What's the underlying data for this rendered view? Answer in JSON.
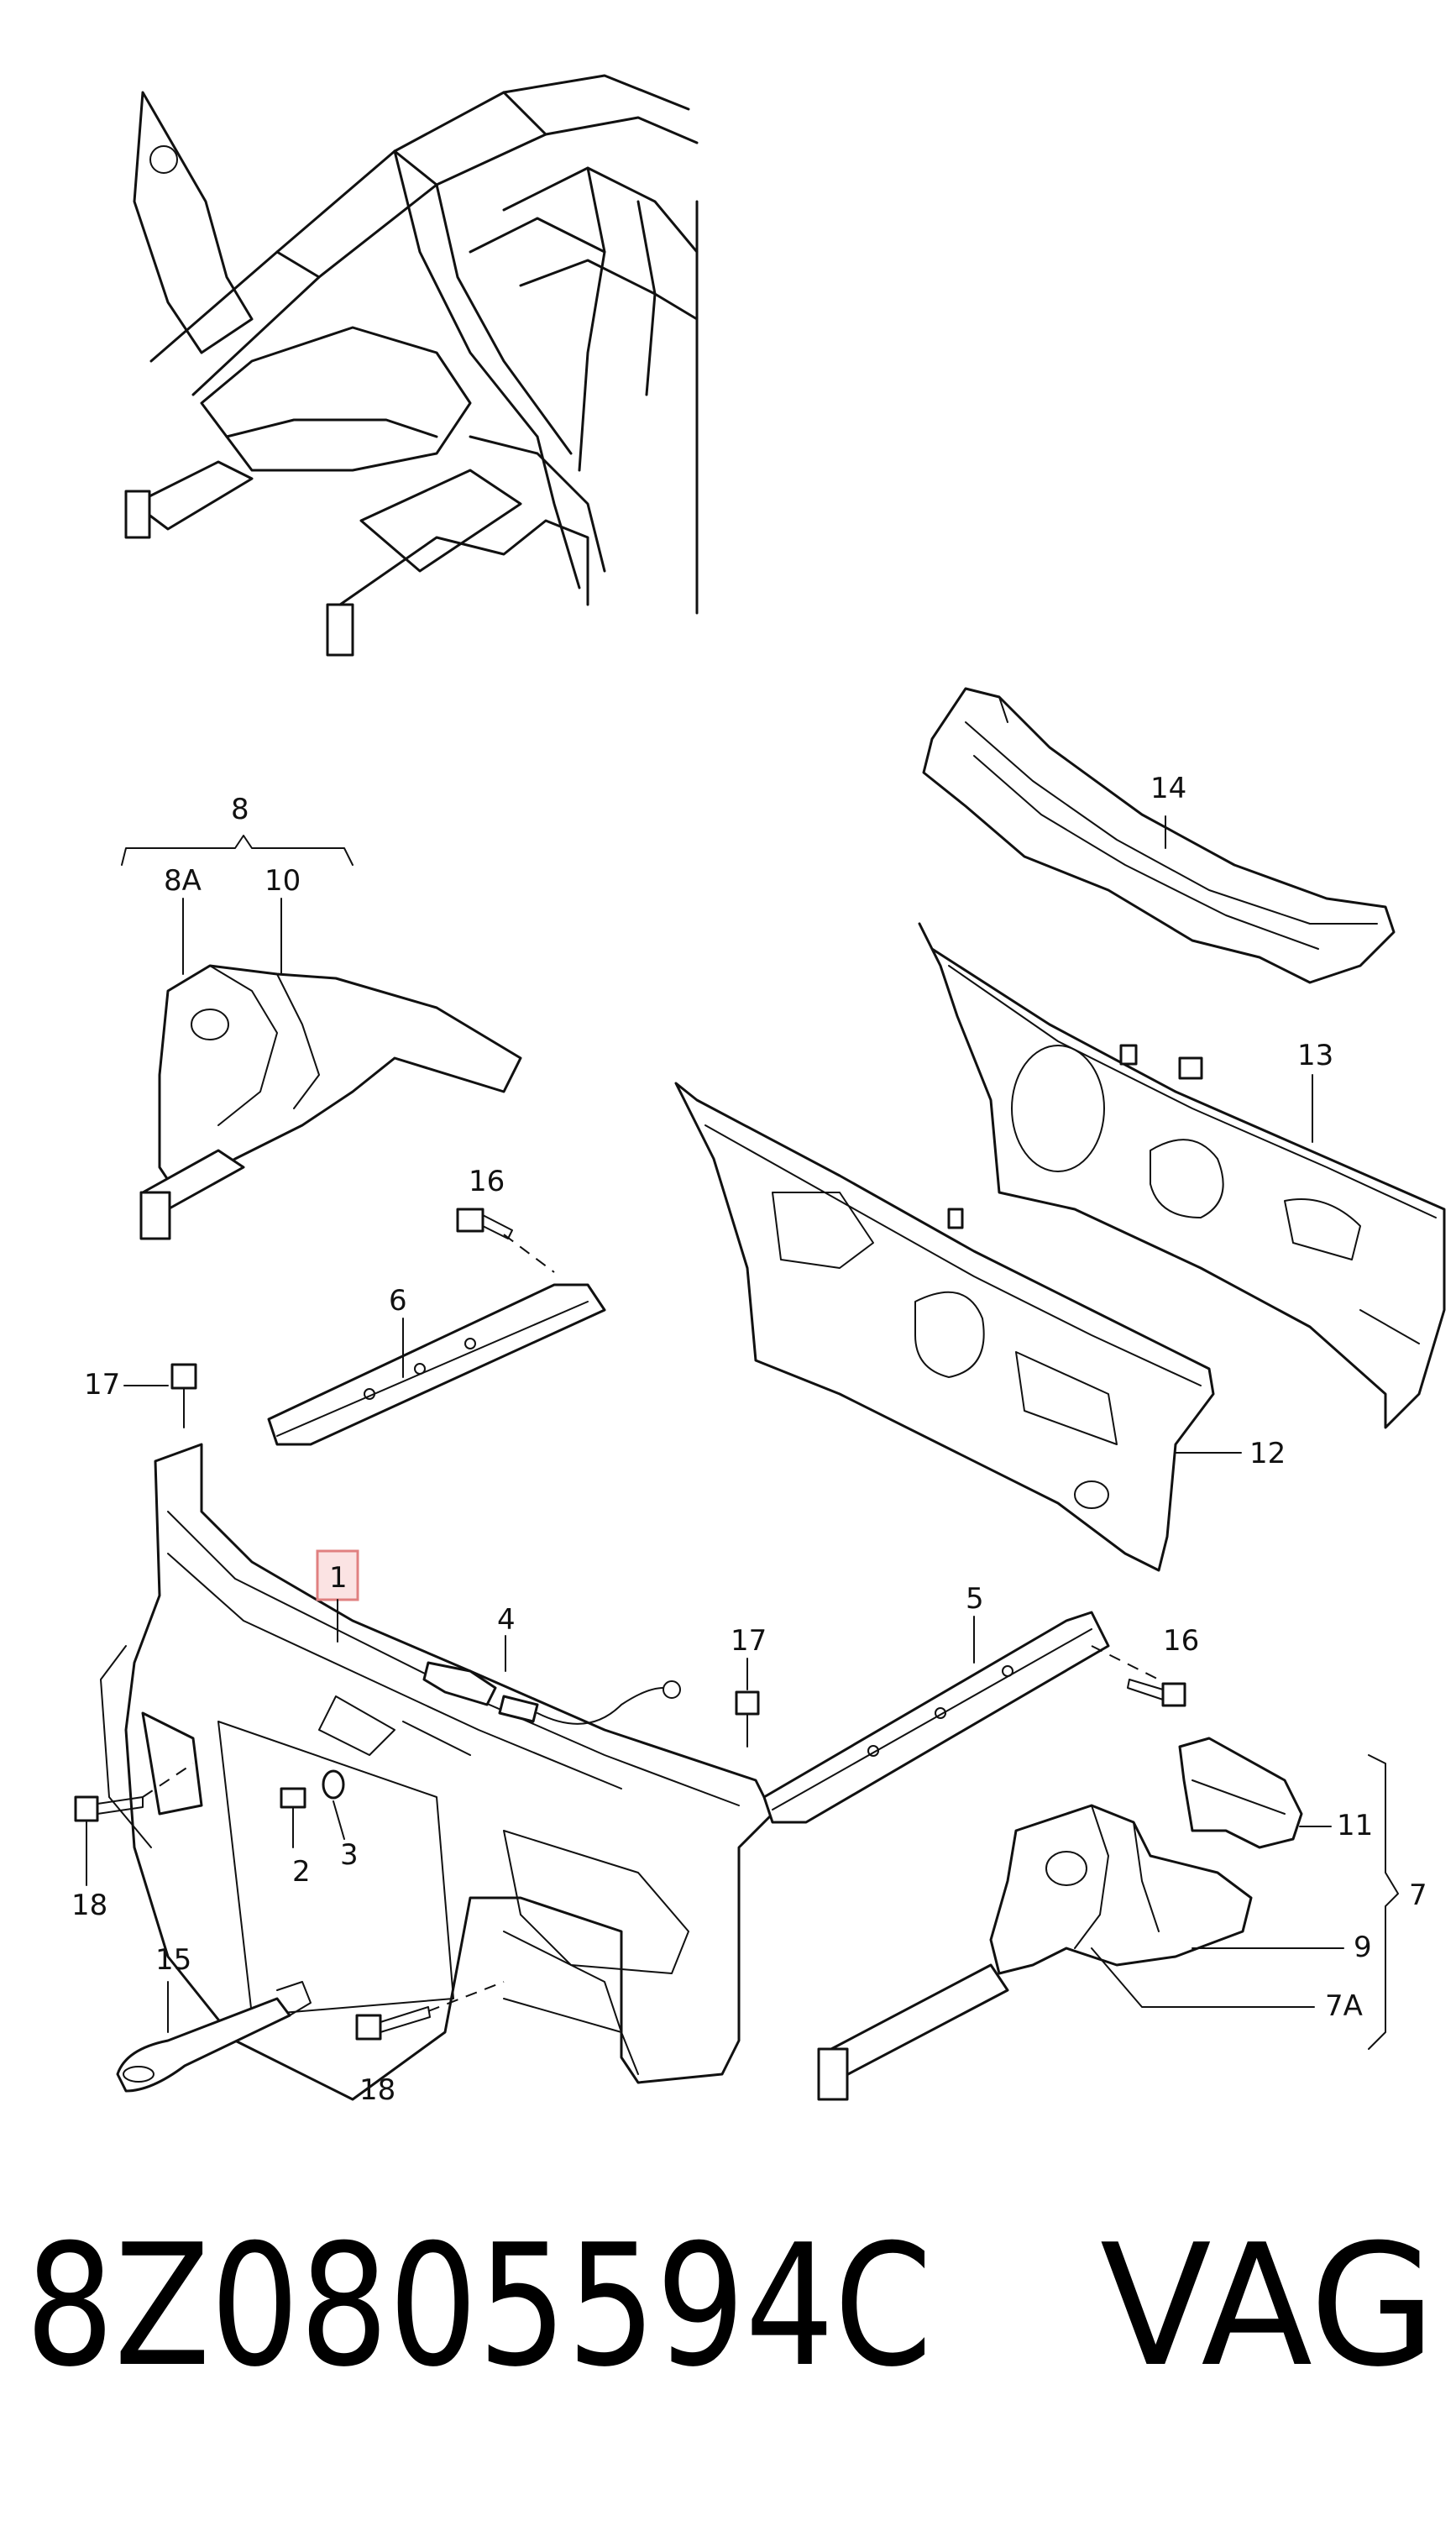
{
  "labels": {
    "p1": "1",
    "p2": "2",
    "p3": "3",
    "p4": "4",
    "p5": "5",
    "p6": "6",
    "p7": "7",
    "p7a": "7A",
    "p8": "8",
    "p8a": "8A",
    "p9": "9",
    "p10": "10",
    "p11": "11",
    "p12": "12",
    "p13": "13",
    "p14": "14",
    "p15": "15",
    "p16a": "16",
    "p16b": "16",
    "p17a": "17",
    "p17b": "17",
    "p18a": "18",
    "p18b": "18"
  },
  "footer": {
    "part_number": "8Z0805594C",
    "brand": "VAG"
  },
  "colors": {
    "line": "#111111",
    "highlight_fill": "#fbe3e3",
    "highlight_stroke": "#e08080"
  }
}
